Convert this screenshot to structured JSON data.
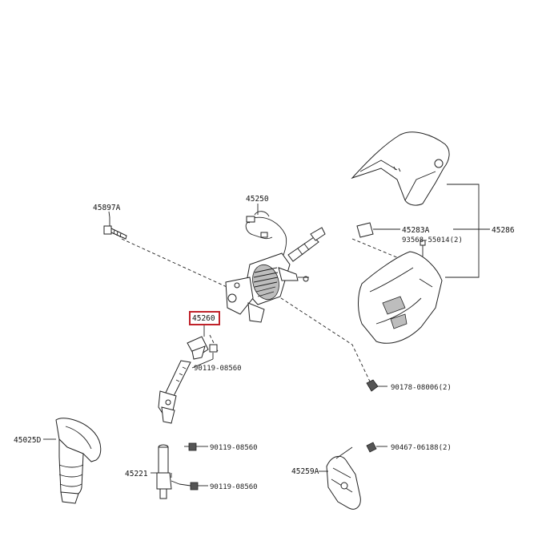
{
  "diagram": {
    "highlight_color": "#c0222a",
    "labels": {
      "p45250": "45250",
      "p45897a": "45897A",
      "p45260": "45260",
      "p90119a": "90119-08560",
      "p45025d": "45025D",
      "p90119b": "90119-08560",
      "p45221": "45221",
      "p90119c": "90119-08560",
      "p45259a": "45259A",
      "p90467": "90467-06188(2)",
      "p90178": "90178-08006(2)",
      "p45283a": "45283A",
      "p93568": "93568-55014(2)",
      "p45286": "45286"
    }
  }
}
